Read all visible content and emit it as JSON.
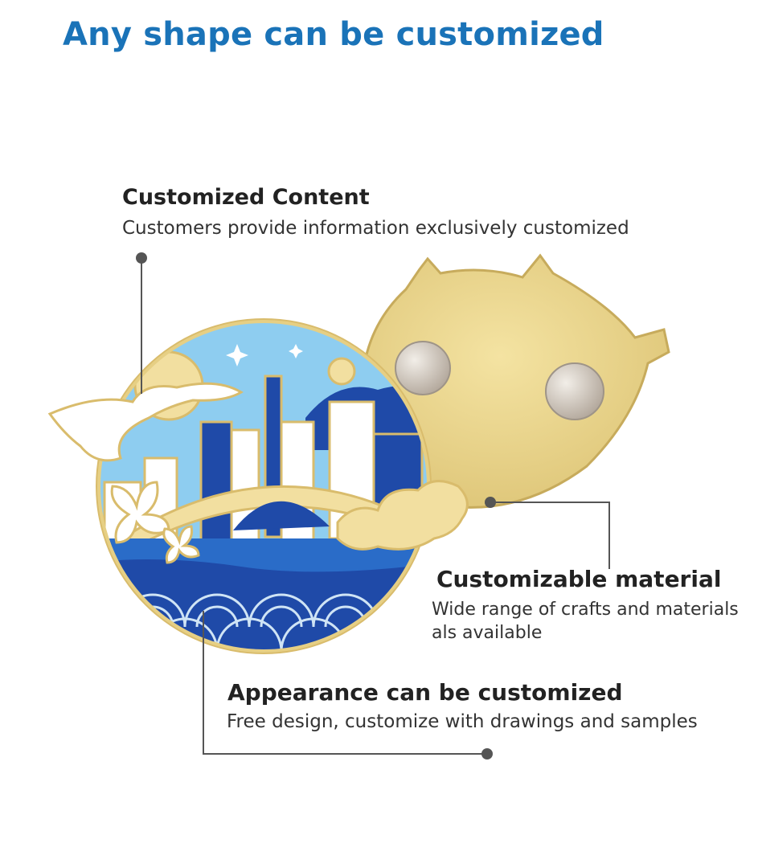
{
  "header": {
    "title": "Any shape can be customized"
  },
  "features": {
    "content": {
      "title": "Customized Content",
      "description": "Customers provide information exclusively customized"
    },
    "material": {
      "title": "Customizable material",
      "description_line1": "Wide range of crafts and materials",
      "description_line2": "als available"
    },
    "appearance": {
      "title": "Appearance can be customized",
      "description": "Free design, customize with drawings and samples"
    }
  },
  "colors": {
    "title": "#1a73b8",
    "gold": "#d9c27a",
    "sky": "#8ecdf0",
    "navy": "#1f4aa8",
    "callout_line": "#555555"
  }
}
